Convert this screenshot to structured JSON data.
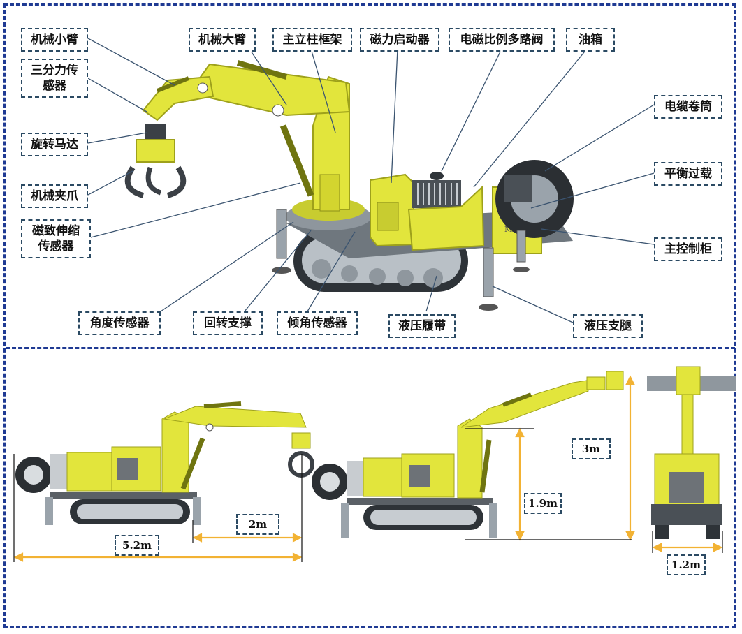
{
  "colors": {
    "frame": "#1f3a93",
    "machine": "#e2e53c",
    "machine_dark": "#b8bb1f",
    "steel": "#9aa3ab",
    "dark": "#3a3f44",
    "dimension": "#f2b233",
    "leader": "#3b5470"
  },
  "labels": {
    "small_arm": "机械小臂",
    "three_force_sensor": "三分力传感器",
    "rotary_motor": "旋转马达",
    "gripper": "机械夹爪",
    "magnetostrictive_sensor": "磁致伸缩传感器",
    "big_arm": "机械大臂",
    "main_column": "主立柱框架",
    "magnetic_starter": "磁力启动器",
    "proportional_valve": "电磁比例多路阀",
    "oil_tank": "油箱",
    "cable_drum": "电缆卷筒",
    "balance_overload": "平衡过载",
    "main_cabinet": "主控制柜",
    "angle_sensor": "角度传感器",
    "slewing_bearing": "回转支撑",
    "tilt_sensor": "倾角传感器",
    "hydraulic_track": "液压履带",
    "hydraulic_leg": "液压支腿"
  },
  "machine_marking": "MA",
  "dimensions": {
    "reach": "2m",
    "length": "5.2m",
    "height_low": "1.9m",
    "height_high": "3m",
    "width": "1.2m"
  }
}
